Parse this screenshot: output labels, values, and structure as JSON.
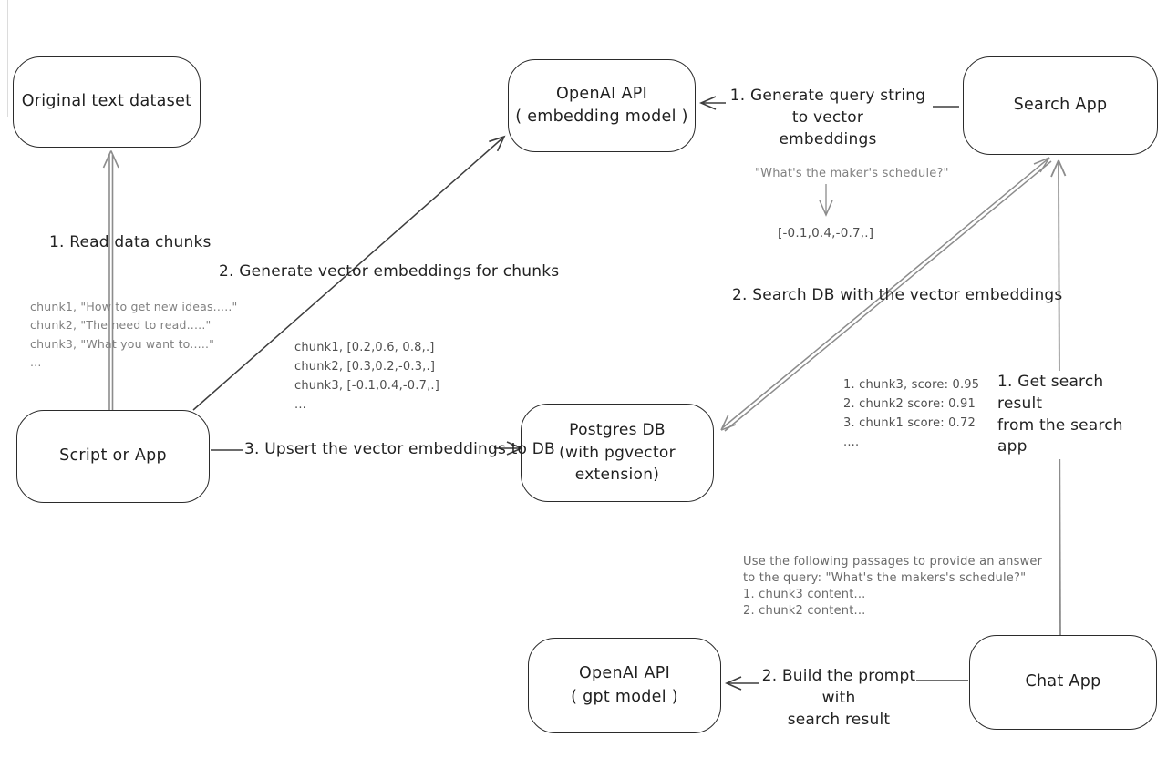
{
  "diagram": {
    "nodes": {
      "original_dataset": {
        "label": "Original text dataset"
      },
      "openai_embedding": {
        "line1": "OpenAI API",
        "line2": "( embedding model )"
      },
      "search_app": {
        "label": "Search App"
      },
      "script_or_app": {
        "label": "Script or App"
      },
      "postgres_db": {
        "line1": "Postgres DB",
        "line2": "(with pgvector extension)"
      },
      "openai_gpt": {
        "line1": "OpenAI API",
        "line2": "( gpt model )"
      },
      "chat_app": {
        "label": "Chat App"
      }
    },
    "edge_labels": {
      "read_chunks": "1. Read data chunks",
      "generate_embeddings": "2. Generate vector embeddings for chunks",
      "upsert": "3. Upsert the vector embeddings  to DB",
      "query_to_vector_line1": "1. Generate query string to vector",
      "query_to_vector_line2": "embeddings",
      "search_db": "2. Search DB with the vector embeddings",
      "get_result_line1": "1. Get search result",
      "get_result_line2": "from the search app",
      "build_prompt_line1": "2. Build the prompt with",
      "build_prompt_line2": "search result"
    },
    "annotations": {
      "chunk_texts": [
        "chunk1, \"How to get new ideas.....\"",
        "chunk2, \"The need to read.....\"",
        "chunk3, \"What you want to.....\"",
        "..."
      ],
      "chunk_vectors": [
        "chunk1, [0.2,0.6, 0.8,.]",
        "chunk2, [0.3,0.2,-0.3,.]",
        "chunk3, [-0.1,0.4,-0.7,.]",
        "..."
      ],
      "query_text": "\"What's the maker's schedule?\"",
      "query_vector": "[-0.1,0.4,-0.7,.]",
      "search_scores": [
        "1. chunk3, score: 0.95",
        "2. chunk2 score: 0.91",
        "3. chunk1 score: 0.72",
        "...."
      ],
      "prompt_lines": [
        "Use the following passages to provide an answer",
        "to the query: \"What's the makers's schedule?\"",
        "1. chunk3 content...",
        "2. chunk2 content..."
      ]
    },
    "colors": {
      "ink": "#2b2b2b",
      "arrow_dark": "#3d3d3d",
      "arrow_gray": "#8c8c8c",
      "background": "#ffffff"
    }
  }
}
